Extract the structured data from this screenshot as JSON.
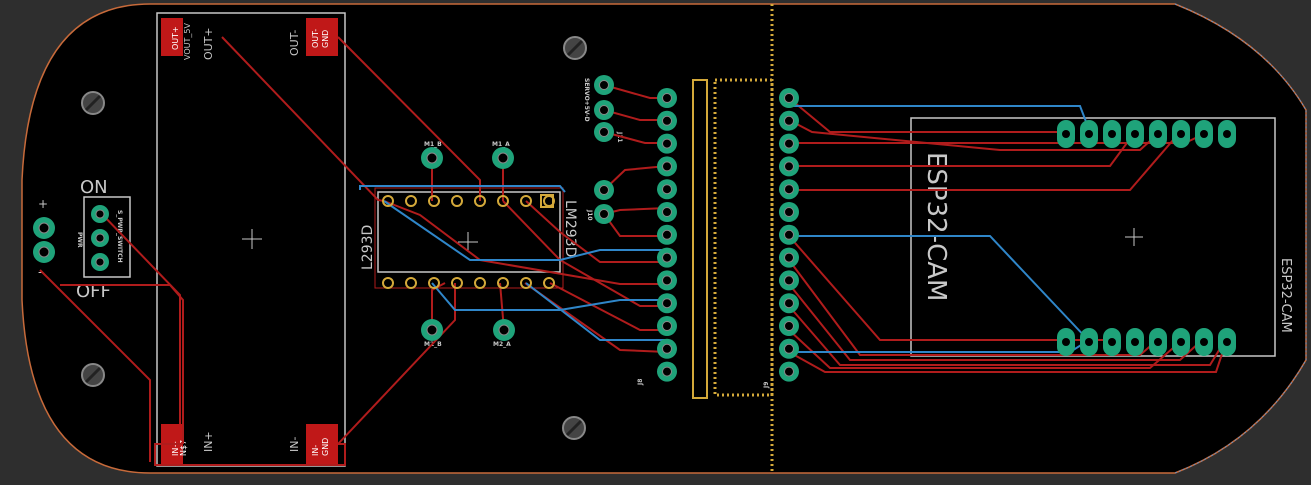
{
  "board": {
    "labels": {
      "on": "ON",
      "off": "OFF",
      "pwr": "PWR",
      "switch": "S_PWR_SWITCH",
      "out_plus_pad": "OUT+",
      "vout": "VOUT_5V",
      "out_plus": "OUT+",
      "out_minus": "OUT-",
      "out_gnd": "OUT-",
      "gnd_top": "GND",
      "in_plus_pad": "IN+",
      "in_n": "N$7",
      "in_plus": "IN+",
      "in_minus": "IN-",
      "in_gnd_pad": "IN-",
      "gnd_bottom": "GND",
      "l293d_left": "L293D",
      "l293d_right": "LM293D",
      "esp32": "ESP32-CAM",
      "esp32_small": "ESP32-CAM",
      "m1a": "M1_A",
      "m1b": "M1_B",
      "m2a": "M2_A",
      "m2b": "M2_B",
      "j8": "J8",
      "j9": "J9",
      "j10": "J10",
      "j11": "J11",
      "servo": "SERVO+5V-D",
      "plus": "+",
      "minus": "-"
    },
    "colors": {
      "background": "#000000",
      "outside": "#2e2e2e",
      "top_trace": "#b01c1c",
      "bottom_trace": "#2f86c9",
      "pad": "#1fa37a",
      "silk": "#c8c8c8",
      "smd": "#c01818",
      "outline": "#d4a93a"
    }
  }
}
